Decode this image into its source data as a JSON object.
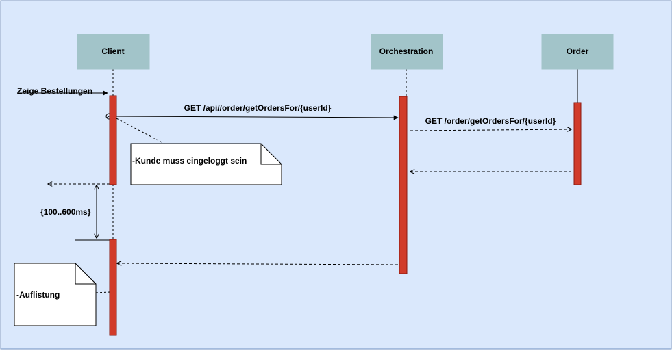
{
  "colors": {
    "background": "#dae8fc",
    "border": "#6c8ebf",
    "participant_fill": "#a2c4c9",
    "activation_fill": "#d13b2a",
    "activation_stroke": "#8b1a10",
    "note_fill": "#ffffff",
    "line": "#000000"
  },
  "participants": {
    "client": "Client",
    "orchestration": "Orchestration",
    "order": "Order"
  },
  "messages": {
    "trigger": "Zeige Bestellungen",
    "client_request": "GET /api//order/getOrdersFor/{userId}",
    "orchestration_request": "GET /order/getOrdersFor/{userId}",
    "timing": "{100..600ms}"
  },
  "notes": {
    "login": "-Kunde muss eingeloggt sein",
    "listing": "-Auflistung"
  }
}
